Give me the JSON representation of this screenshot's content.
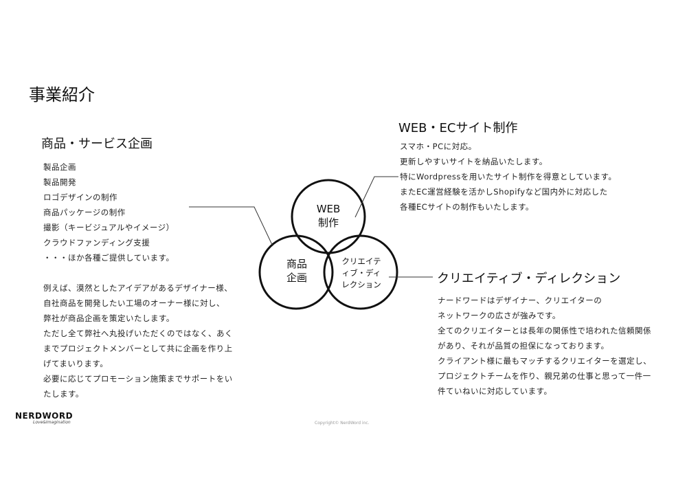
{
  "title": "事業紹介",
  "product": {
    "heading": "商品・サービス企画",
    "items": [
      "製品企画",
      "製品開発",
      "ロゴデザインの制作",
      "商品パッケージの制作",
      "撮影（キービジュアルやイメージ）",
      "クラウドファンディング支援",
      "・・・ほか各種ご提供しています。"
    ],
    "description": [
      "例えば、漠然としたアイデアがあるデザイナー様、",
      "自社商品を開発したい工場のオーナー様に対し、",
      "弊社が商品企画を策定いたします。",
      "ただし全て弊社へ丸投げいただくのではなく、あく",
      "までプロジェクトメンバーとして共に企画を作り上",
      "げてまいります。",
      "必要に応じてプロモーション施策までサポートをい",
      "たします。"
    ]
  },
  "web": {
    "heading": "WEB・ECサイト制作",
    "lines": [
      "スマホ・PCに対応。",
      "更新しやすいサイトを納品いたします。",
      "特にWordpressを用いたサイト制作を得意としています。",
      "またEC運営経験を活かしShopifyなど国内外に対応した",
      "各種ECサイトの制作もいたします。"
    ]
  },
  "creative": {
    "heading": "クリエイティブ・ディレクション",
    "lines": [
      "ナードワードはデザイナー、クリエイターの",
      "ネットワークの広さが強みです。",
      "全てのクリエイターとは長年の関係性で培われた信頼関係",
      "があり、それが品質の担保になっております。",
      "クライアント様に最もマッチするクリエイターを選定し、",
      "プロジェクトチームを作り、親兄弟の仕事と思って一件一",
      "件ていねいに対応しています。"
    ]
  },
  "venn": {
    "web": [
      "WEB",
      "制作"
    ],
    "product": [
      "商品",
      "企画"
    ],
    "creative": [
      "クリエイテ",
      "ィブ・ディ",
      "レクション"
    ]
  },
  "footer": {
    "logo": "NERDWORD",
    "logo_tagline": "Love&Imagination",
    "copyright": "Copyright© NerdWord inc."
  }
}
